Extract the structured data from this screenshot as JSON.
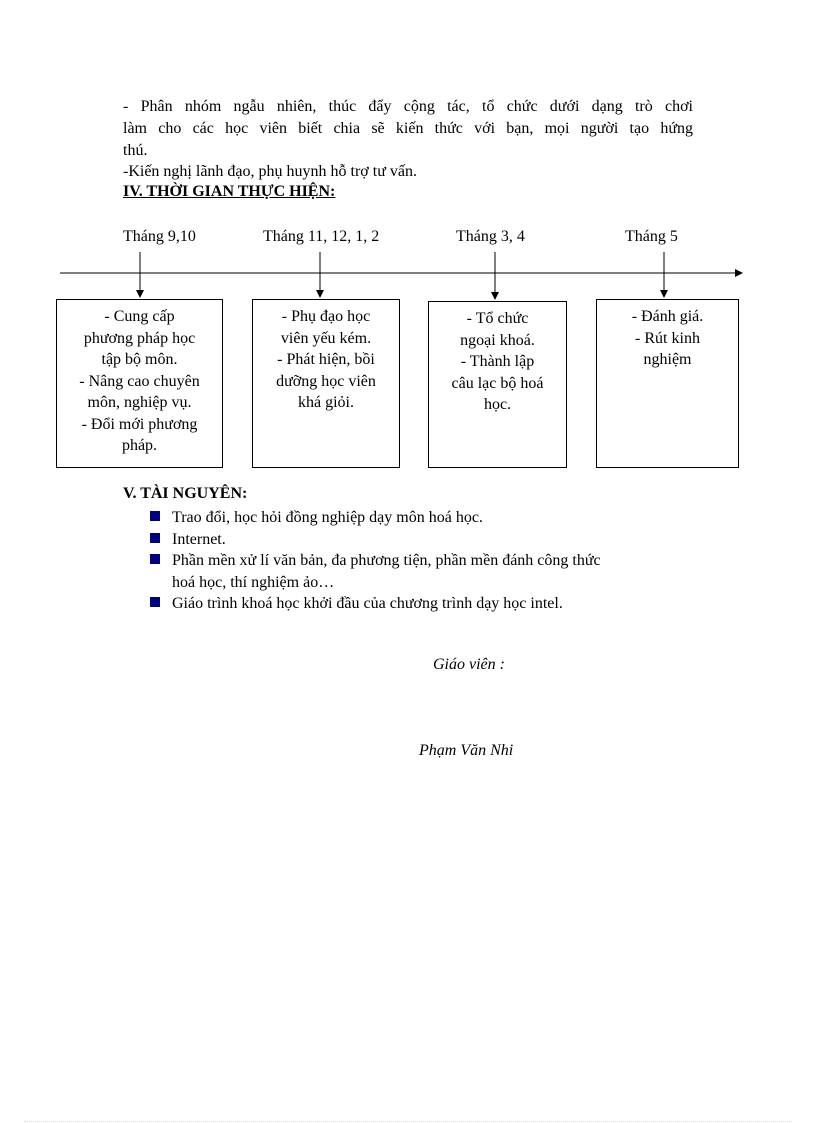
{
  "intro": {
    "line1": "- Phân nhóm ngẫu nhiên, thúc đẩy cộng tác, tổ chức dưới dạng trò chơi",
    "line2": "làm cho các học viên biết chia sẽ kiến thức với bạn, mọi người tạo hứng",
    "line3": "thú.",
    "line4": "-Kiến nghị lãnh đạo, phụ huynh hỗ trợ tư vấn."
  },
  "section4": {
    "title": "IV. THỜI GIAN THỰC HIỆN:"
  },
  "timeline": [
    {
      "month": "Tháng 9,10",
      "lines": [
        "- Cung cấp",
        "phương pháp học",
        "tập bộ môn.",
        "- Nâng cao chuyên",
        "môn, nghiệp vụ.",
        "- Đổi mới phương",
        "pháp."
      ]
    },
    {
      "month": "Tháng 11, 12, 1, 2",
      "lines": [
        "- Phụ đạo học",
        "viên yếu kém.",
        "- Phát hiện, bồi",
        "dưỡng học viên",
        "khá giỏi."
      ]
    },
    {
      "month": "Tháng 3, 4",
      "lines": [
        "- Tổ chức",
        "ngoại khoá.",
        "- Thành lập",
        "câu lạc bộ hoá",
        "học."
      ]
    },
    {
      "month": "Tháng 5",
      "lines": [
        "- Đánh giá.",
        "- Rút kinh",
        "nghiệm"
      ]
    }
  ],
  "section5": {
    "title": "V. TÀI NGUYÊN:",
    "items": [
      "Trao đổi, học hỏi đồng nghiệp  dạy môn hoá học.",
      "Internet.",
      "Phần mền xử lí văn bản, đa phương tiện, phần mền đánh công thức",
      "hoá học, thí nghiệm  ảo…",
      "Giáo trình khoá học khởi đầu của chương trình dạy học intel."
    ]
  },
  "signature": {
    "role": "Giáo viên :",
    "name": "Phạm Văn Nhi"
  },
  "colors": {
    "bullet": "#000080"
  }
}
